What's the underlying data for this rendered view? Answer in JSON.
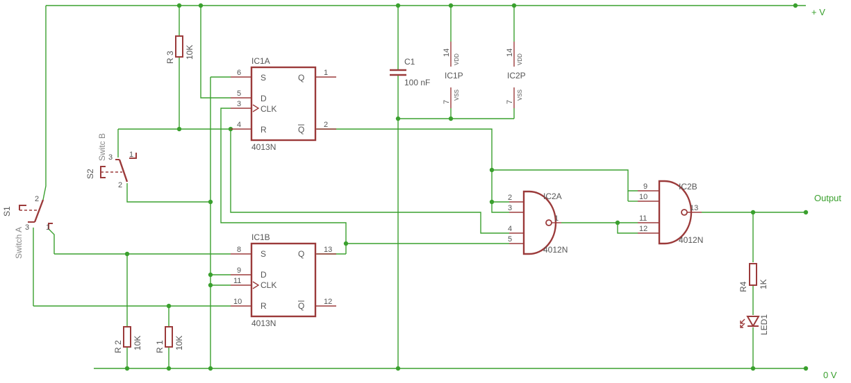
{
  "nets": {
    "supply": "+ V",
    "ground": "0 V",
    "output": "Output"
  },
  "ic1a": {
    "name": "IC1A",
    "type": "4013N",
    "pin_s": "6",
    "pin_d": "5",
    "pin_clk": "3",
    "pin_r": "4",
    "pin_q": "1",
    "pin_qn": "2",
    "lbl_s": "S",
    "lbl_d": "D",
    "lbl_clk": "CLK",
    "lbl_r": "R",
    "lbl_q": "Q",
    "lbl_qn": "Q"
  },
  "ic1b": {
    "name": "IC1B",
    "type": "4013N",
    "pin_s": "8",
    "pin_d": "9",
    "pin_clk": "11",
    "pin_r": "10",
    "pin_q": "13",
    "pin_qn": "12",
    "lbl_s": "S",
    "lbl_d": "D",
    "lbl_clk": "CLK",
    "lbl_r": "R",
    "lbl_q": "Q",
    "lbl_qn": "Q"
  },
  "ic2a": {
    "name": "IC2A",
    "type": "4012N",
    "pins": [
      "2",
      "3",
      "4",
      "5"
    ],
    "pin_out": "1"
  },
  "ic2b": {
    "name": "IC2B",
    "type": "4012N",
    "pins": [
      "9",
      "10",
      "11",
      "12"
    ],
    "pin_out": "13"
  },
  "ic1p": {
    "name": "IC1P",
    "pin_vdd": "14",
    "lbl_vdd": "VDD",
    "pin_vss": "7",
    "lbl_vss": "VSS"
  },
  "ic2p": {
    "name": "IC2P",
    "pin_vdd": "14",
    "lbl_vdd": "VDD",
    "pin_vss": "7",
    "lbl_vss": "VSS"
  },
  "c1": {
    "name": "C1",
    "value": "100 nF"
  },
  "r1": {
    "name": "R 1",
    "value": "10K"
  },
  "r2": {
    "name": "R 2",
    "value": "10K"
  },
  "r3": {
    "name": "R 3",
    "value": "10K"
  },
  "r4": {
    "name": "R4",
    "value": "1K"
  },
  "led1": {
    "name": "LED1"
  },
  "s1": {
    "name": "S1",
    "label": "Switch A",
    "pin1": "1",
    "pin2": "2",
    "pin3": "3"
  },
  "s2": {
    "name": "S2",
    "label": "Switc B",
    "pin1": "1",
    "pin2": "2",
    "pin3": "3"
  },
  "colors": {
    "wire": "#3aa02e",
    "symbol": "#9b3a3a",
    "text": "#555555"
  }
}
